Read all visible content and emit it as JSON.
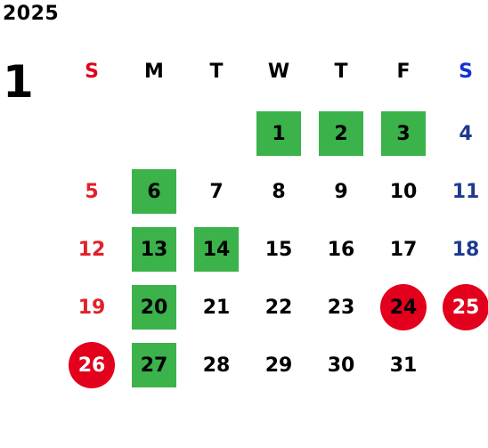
{
  "calendar": {
    "year": "2025",
    "month": "1",
    "weekdays": [
      {
        "label": "S",
        "color": "#e2001c"
      },
      {
        "label": "M",
        "color": "#000000"
      },
      {
        "label": "T",
        "color": "#000000"
      },
      {
        "label": "W",
        "color": "#000000"
      },
      {
        "label": "T",
        "color": "#000000"
      },
      {
        "label": "F",
        "color": "#000000"
      },
      {
        "label": "S",
        "color": "#1432d2"
      }
    ],
    "days": [
      {
        "day": "1",
        "weekday": 3,
        "week": 0,
        "style": "green"
      },
      {
        "day": "2",
        "weekday": 4,
        "week": 0,
        "style": "green"
      },
      {
        "day": "3",
        "weekday": 5,
        "week": 0,
        "style": "green"
      },
      {
        "day": "4",
        "weekday": 6,
        "week": 0,
        "style": "plain"
      },
      {
        "day": "5",
        "weekday": 0,
        "week": 1,
        "style": "plain"
      },
      {
        "day": "6",
        "weekday": 1,
        "week": 1,
        "style": "green"
      },
      {
        "day": "7",
        "weekday": 2,
        "week": 1,
        "style": "plain"
      },
      {
        "day": "8",
        "weekday": 3,
        "week": 1,
        "style": "plain"
      },
      {
        "day": "9",
        "weekday": 4,
        "week": 1,
        "style": "plain"
      },
      {
        "day": "10",
        "weekday": 5,
        "week": 1,
        "style": "plain"
      },
      {
        "day": "11",
        "weekday": 6,
        "week": 1,
        "style": "plain"
      },
      {
        "day": "12",
        "weekday": 0,
        "week": 2,
        "style": "plain"
      },
      {
        "day": "13",
        "weekday": 1,
        "week": 2,
        "style": "green"
      },
      {
        "day": "14",
        "weekday": 2,
        "week": 2,
        "style": "green"
      },
      {
        "day": "15",
        "weekday": 3,
        "week": 2,
        "style": "plain"
      },
      {
        "day": "16",
        "weekday": 4,
        "week": 2,
        "style": "plain"
      },
      {
        "day": "17",
        "weekday": 5,
        "week": 2,
        "style": "plain"
      },
      {
        "day": "18",
        "weekday": 6,
        "week": 2,
        "style": "plain"
      },
      {
        "day": "19",
        "weekday": 0,
        "week": 3,
        "style": "plain"
      },
      {
        "day": "20",
        "weekday": 1,
        "week": 3,
        "style": "green"
      },
      {
        "day": "21",
        "weekday": 2,
        "week": 3,
        "style": "plain"
      },
      {
        "day": "22",
        "weekday": 3,
        "week": 3,
        "style": "plain"
      },
      {
        "day": "23",
        "weekday": 4,
        "week": 3,
        "style": "plain"
      },
      {
        "day": "24",
        "weekday": 5,
        "week": 3,
        "style": "circle"
      },
      {
        "day": "25",
        "weekday": 6,
        "week": 3,
        "style": "circle"
      },
      {
        "day": "26",
        "weekday": 0,
        "week": 4,
        "style": "circle"
      },
      {
        "day": "27",
        "weekday": 1,
        "week": 4,
        "style": "green"
      },
      {
        "day": "28",
        "weekday": 2,
        "week": 4,
        "style": "plain"
      },
      {
        "day": "29",
        "weekday": 3,
        "week": 4,
        "style": "plain"
      },
      {
        "day": "30",
        "weekday": 4,
        "week": 4,
        "style": "plain"
      },
      {
        "day": "31",
        "weekday": 5,
        "week": 4,
        "style": "plain"
      }
    ],
    "colors": {
      "green_highlight": "#3bb24a",
      "red_circle": "#e2001c",
      "sunday_text": "#e2202a",
      "saturday_text": "#1d3a8f",
      "weekday_text": "#000000"
    }
  }
}
